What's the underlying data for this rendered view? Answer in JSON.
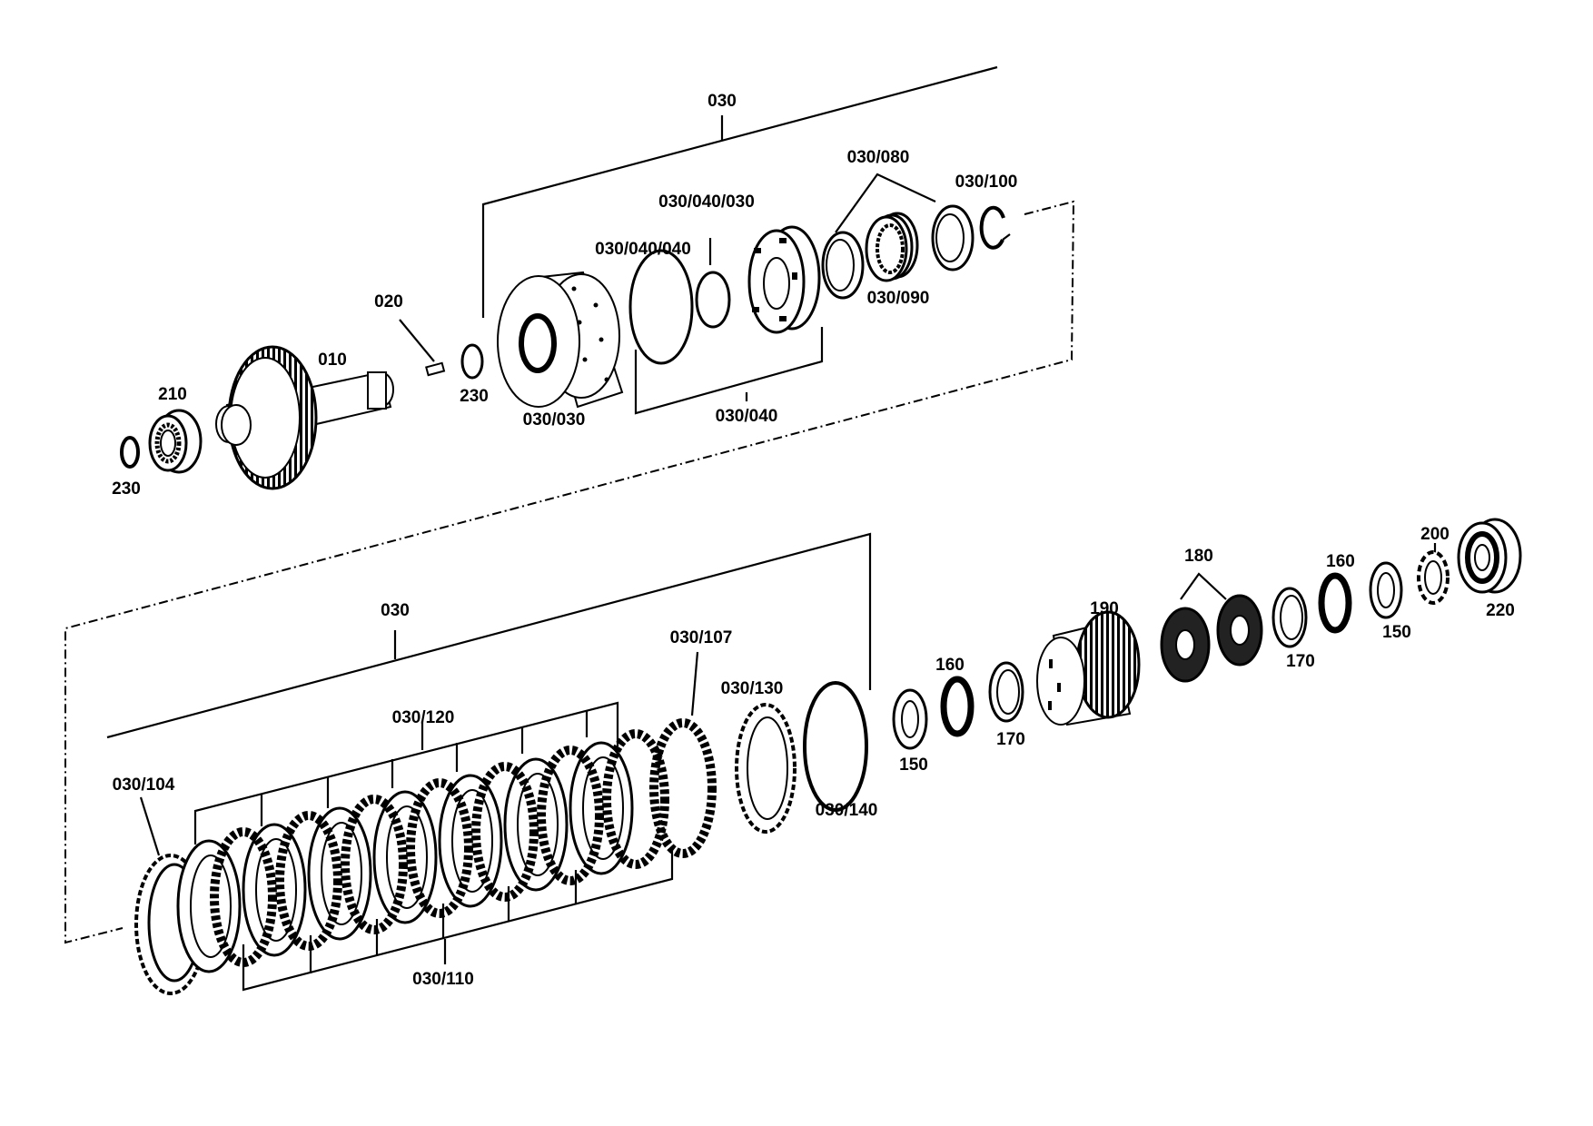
{
  "labels": {
    "p030_top": "030",
    "p030_bottom": "030",
    "p010": "010",
    "p020": "020",
    "p210": "210",
    "p230_left": "230",
    "p230_mid": "230",
    "p030_030": "030/030",
    "p030_040": "030/040",
    "p030_040_040": "030/040/040",
    "p030_040_030": "030/040/030",
    "p030_080": "030/080",
    "p030_090": "030/090",
    "p030_100": "030/100",
    "p030_104": "030/104",
    "p030_107": "030/107",
    "p030_110": "030/110",
    "p030_120": "030/120",
    "p030_130": "030/130",
    "p030_140": "030/140",
    "p150_a": "150",
    "p150_b": "150",
    "p160_a": "160",
    "p160_b": "160",
    "p170_a": "170",
    "p170_b": "170",
    "p180": "180",
    "p190": "190",
    "p200": "200",
    "p220": "220"
  }
}
